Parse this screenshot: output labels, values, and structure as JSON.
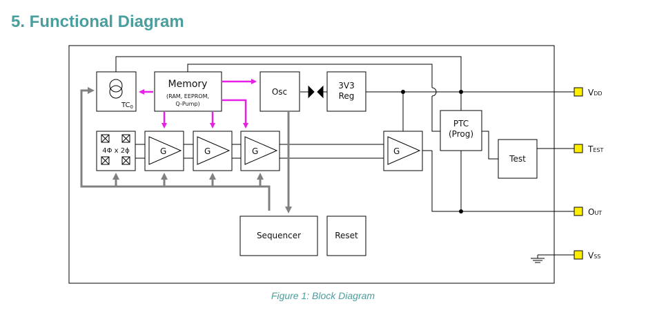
{
  "heading": "5. Functional Diagram",
  "caption": "Figure 1: Block Diagram",
  "blocks": {
    "memory_title": "Memory",
    "memory_sub1": "(RAM, EEPROM,",
    "memory_sub2": "Q-Pump)",
    "osc": "Osc",
    "reg_line1": "3V3",
    "reg_line2": "Reg",
    "ptc_line1": "PTC",
    "ptc_line2": "(Prog)",
    "test": "Test",
    "sequencer": "Sequencer",
    "reset": "Reset",
    "tc": "TC",
    "tc_sub": "0",
    "mux": "4Φ x 2ϕ",
    "gain": "G"
  },
  "pins": {
    "vdd": {
      "first": "V",
      "rest": "DD"
    },
    "test": {
      "first": "T",
      "rest": "EST"
    },
    "out": {
      "first": "O",
      "rest": "UT"
    },
    "vss": {
      "first": "V",
      "rest": "SS"
    }
  },
  "colors": {
    "heading": "#4a9e9e",
    "arrow_magenta": "#e61ee6",
    "bus_gray": "#808080",
    "pin_yellow": "#ffee00"
  }
}
